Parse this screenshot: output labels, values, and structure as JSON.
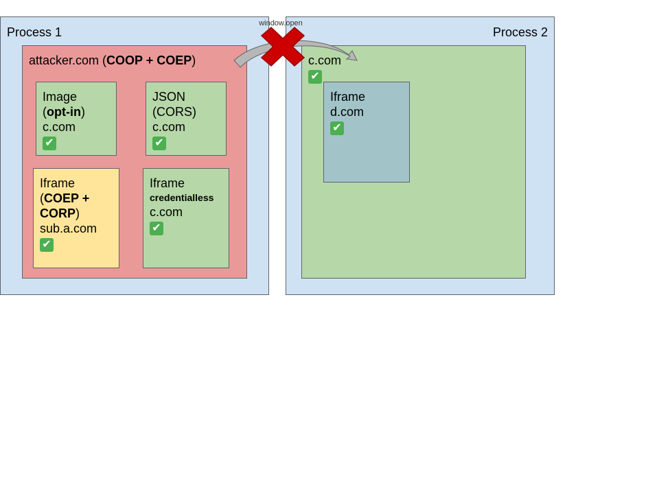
{
  "process1": {
    "title": "Process 1",
    "fill": "#cfe2f3"
  },
  "process2": {
    "title": "Process 2",
    "fill": "#cfe2f3"
  },
  "attacker": {
    "domain": "attacker.com",
    "open_paren": " (",
    "headers": "COOP + COEP",
    "close_paren": ")",
    "fill": "#ea9999"
  },
  "image_box": {
    "type": "Image",
    "open_paren": "(",
    "opt": "opt-in",
    "close_paren": ")",
    "domain": "c.com",
    "fill": "#b6d7a8"
  },
  "json_box": {
    "type": "JSON",
    "mode": "(CORS)",
    "domain": "c.com",
    "fill": "#b6d7a8"
  },
  "iframe_coep": {
    "type": "Iframe",
    "open_paren": "(",
    "headers_line1": "COEP +",
    "headers_line2": "CORP",
    "close_paren": ")",
    "domain": "sub.a.com",
    "fill": "#ffe599"
  },
  "iframe_credless": {
    "type": "Iframe",
    "attr": "credentialless",
    "domain": "c.com",
    "fill": "#b6d7a8"
  },
  "c_com_page": {
    "domain": "c.com",
    "fill": "#b6d7a8"
  },
  "d_iframe": {
    "type": "Iframe",
    "domain": "d.com",
    "fill": "#a2c4c9"
  },
  "arrow": {
    "label": "window.open",
    "blocked_color": "#cc0000"
  },
  "check_glyph": "✔"
}
